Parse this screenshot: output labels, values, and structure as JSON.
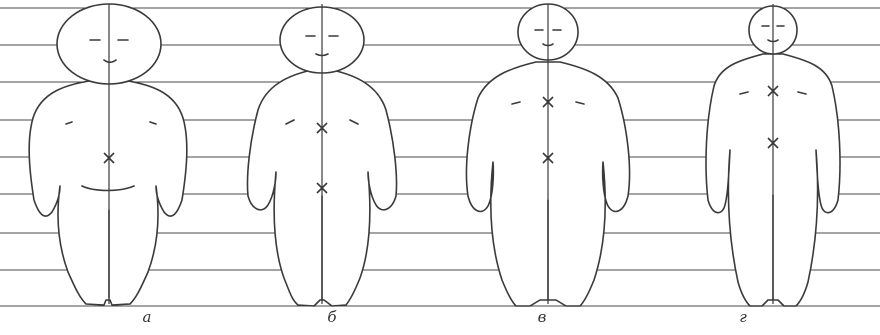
{
  "figure": {
    "line_color": "#3a3a3a",
    "grid_line_color": "#4a4a4a",
    "panels": [
      {
        "label": "а",
        "name": "figure-a"
      },
      {
        "label": "б",
        "name": "figure-b"
      },
      {
        "label": "в",
        "name": "figure-v"
      },
      {
        "label": "г",
        "name": "figure-g"
      }
    ]
  }
}
